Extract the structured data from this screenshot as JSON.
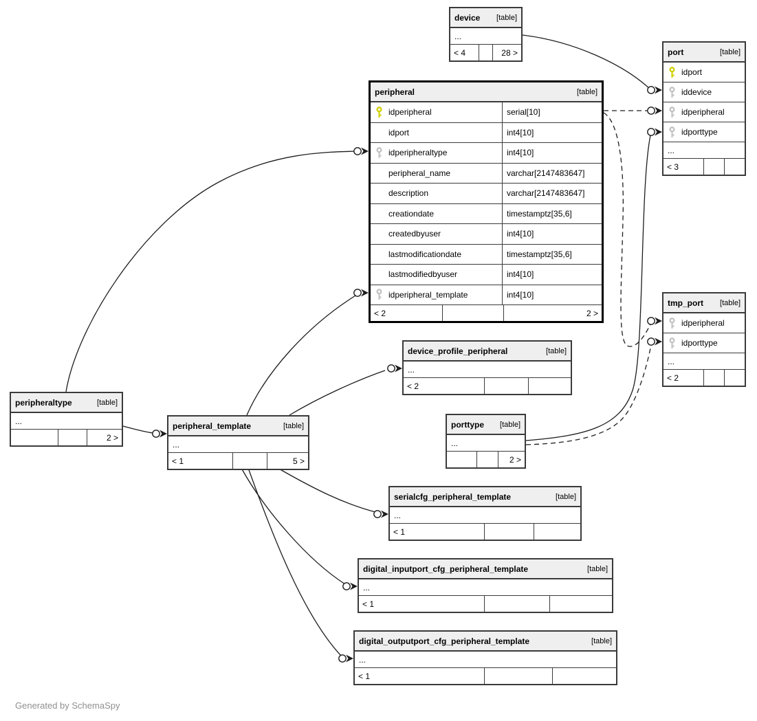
{
  "note": "Generated by SchemaSpy",
  "colors": {
    "pk_key": "#cfcf00",
    "fk_key": "#c2c2c2",
    "edge": "#1c1c1c",
    "header_bg": "#efefef"
  },
  "tables": [
    {
      "id": "device",
      "title": "device",
      "tag": "[table]",
      "emphasis": false,
      "rows": [
        {
          "name": "...",
          "dots": true
        }
      ],
      "footer": {
        "left": "< 4",
        "mid": "",
        "right": "28 >"
      }
    },
    {
      "id": "port",
      "title": "port",
      "tag": "[table]",
      "emphasis": false,
      "rows": [
        {
          "name": "idport",
          "icon": "pk-key"
        },
        {
          "name": "iddevice",
          "icon": "fk-key"
        },
        {
          "name": "idperipheral",
          "icon": "fk-key"
        },
        {
          "name": "idporttype",
          "icon": "fk-key"
        },
        {
          "name": "...",
          "dots": true
        }
      ],
      "footer": {
        "left": "< 3",
        "mid": "",
        "right": ""
      }
    },
    {
      "id": "peripheral",
      "title": "peripheral",
      "tag": "[table]",
      "emphasis": true,
      "rows": [
        {
          "name": "idperipheral",
          "icon": "pk-key",
          "type": "serial[10]"
        },
        {
          "name": "idport",
          "type": "int4[10]"
        },
        {
          "name": "idperipheraltype",
          "icon": "fk-key",
          "type": "int4[10]"
        },
        {
          "name": "peripheral_name",
          "type": "varchar[2147483647]"
        },
        {
          "name": "description",
          "type": "varchar[2147483647]"
        },
        {
          "name": "creationdate",
          "type": "timestamptz[35,6]"
        },
        {
          "name": "createdbyuser",
          "type": "int4[10]"
        },
        {
          "name": "lastmodificationdate",
          "type": "timestamptz[35,6]"
        },
        {
          "name": "lastmodifiedbyuser",
          "type": "int4[10]"
        },
        {
          "name": "idperipheral_template",
          "icon": "fk-key",
          "type": "int4[10]"
        }
      ],
      "footer": {
        "left": "< 2",
        "mid": "",
        "right": "2 >"
      }
    },
    {
      "id": "tmp_port",
      "title": "tmp_port",
      "tag": "[table]",
      "emphasis": false,
      "rows": [
        {
          "name": "idperipheral",
          "icon": "fk-key"
        },
        {
          "name": "idporttype",
          "icon": "fk-key"
        },
        {
          "name": "...",
          "dots": true
        }
      ],
      "footer": {
        "left": "< 2",
        "mid": "",
        "right": ""
      }
    },
    {
      "id": "device_profile_peripheral",
      "title": "device_profile_peripheral",
      "tag": "[table]",
      "emphasis": false,
      "rows": [
        {
          "name": "...",
          "dots": true
        }
      ],
      "footer": {
        "left": "< 2",
        "mid": "",
        "right": ""
      }
    },
    {
      "id": "porttype",
      "title": "porttype",
      "tag": "[table]",
      "emphasis": false,
      "rows": [
        {
          "name": "...",
          "dots": true
        }
      ],
      "footer": {
        "left": "",
        "mid": "",
        "right": "2 >"
      }
    },
    {
      "id": "peripheraltype",
      "title": "peripheraltype",
      "tag": "[table]",
      "emphasis": false,
      "rows": [
        {
          "name": "...",
          "dots": true
        }
      ],
      "footer": {
        "left": "",
        "mid": "",
        "right": "2 >"
      }
    },
    {
      "id": "peripheral_template",
      "title": "peripheral_template",
      "tag": "[table]",
      "emphasis": false,
      "rows": [
        {
          "name": "...",
          "dots": true
        }
      ],
      "footer": {
        "left": "< 1",
        "mid": "",
        "right": "5 >"
      }
    },
    {
      "id": "serialcfg_peripheral_template",
      "title": "serialcfg_peripheral_template",
      "tag": "[table]",
      "emphasis": false,
      "rows": [
        {
          "name": "...",
          "dots": true
        }
      ],
      "footer": {
        "left": "< 1",
        "mid": "",
        "right": ""
      }
    },
    {
      "id": "digital_inputport_cfg_peripheral_template",
      "title": "digital_inputport_cfg_peripheral_template",
      "tag": "[table]",
      "emphasis": false,
      "rows": [
        {
          "name": "...",
          "dots": true
        }
      ],
      "footer": {
        "left": "< 1",
        "mid": "",
        "right": ""
      }
    },
    {
      "id": "digital_outputport_cfg_peripheral_template",
      "title": "digital_outputport_cfg_peripheral_template",
      "tag": "[table]",
      "emphasis": false,
      "rows": [
        {
          "name": "...",
          "dots": true
        }
      ],
      "footer": {
        "left": "< 1",
        "mid": "",
        "right": ""
      }
    }
  ],
  "edges": [
    {
      "id": "device-port",
      "from": "device",
      "to": "port.iddevice",
      "style": "solid"
    },
    {
      "id": "peripheral-port",
      "from": "peripheral.idperipheral",
      "to": "port.idperipheral",
      "style": "dashed"
    },
    {
      "id": "peripheral-tmpport",
      "from": "peripheral.idperipheral",
      "to": "tmp_port.idperipheral",
      "style": "dashed"
    },
    {
      "id": "porttype-port",
      "from": "porttype",
      "to": "port.idporttype",
      "style": "solid"
    },
    {
      "id": "porttype-tmpport",
      "from": "porttype",
      "to": "tmp_port.idporttype",
      "style": "dashed"
    },
    {
      "id": "peripheraltype-peripheral",
      "from": "peripheraltype",
      "to": "peripheral.idperipheraltype",
      "style": "solid"
    },
    {
      "id": "peripheraltype-template",
      "from": "peripheraltype",
      "to": "peripheral_template",
      "style": "solid"
    },
    {
      "id": "template-peripheral",
      "from": "peripheral_template",
      "to": "peripheral.idperipheral_template",
      "style": "solid"
    },
    {
      "id": "template-dpp",
      "from": "peripheral_template",
      "to": "device_profile_peripheral",
      "style": "solid"
    },
    {
      "id": "template-serialcfg",
      "from": "peripheral_template",
      "to": "serialcfg_peripheral_template",
      "style": "solid"
    },
    {
      "id": "template-digin",
      "from": "peripheral_template",
      "to": "digital_inputport_cfg_peripheral_template",
      "style": "solid"
    },
    {
      "id": "template-digout",
      "from": "peripheral_template",
      "to": "digital_outputport_cfg_peripheral_template",
      "style": "solid"
    }
  ]
}
